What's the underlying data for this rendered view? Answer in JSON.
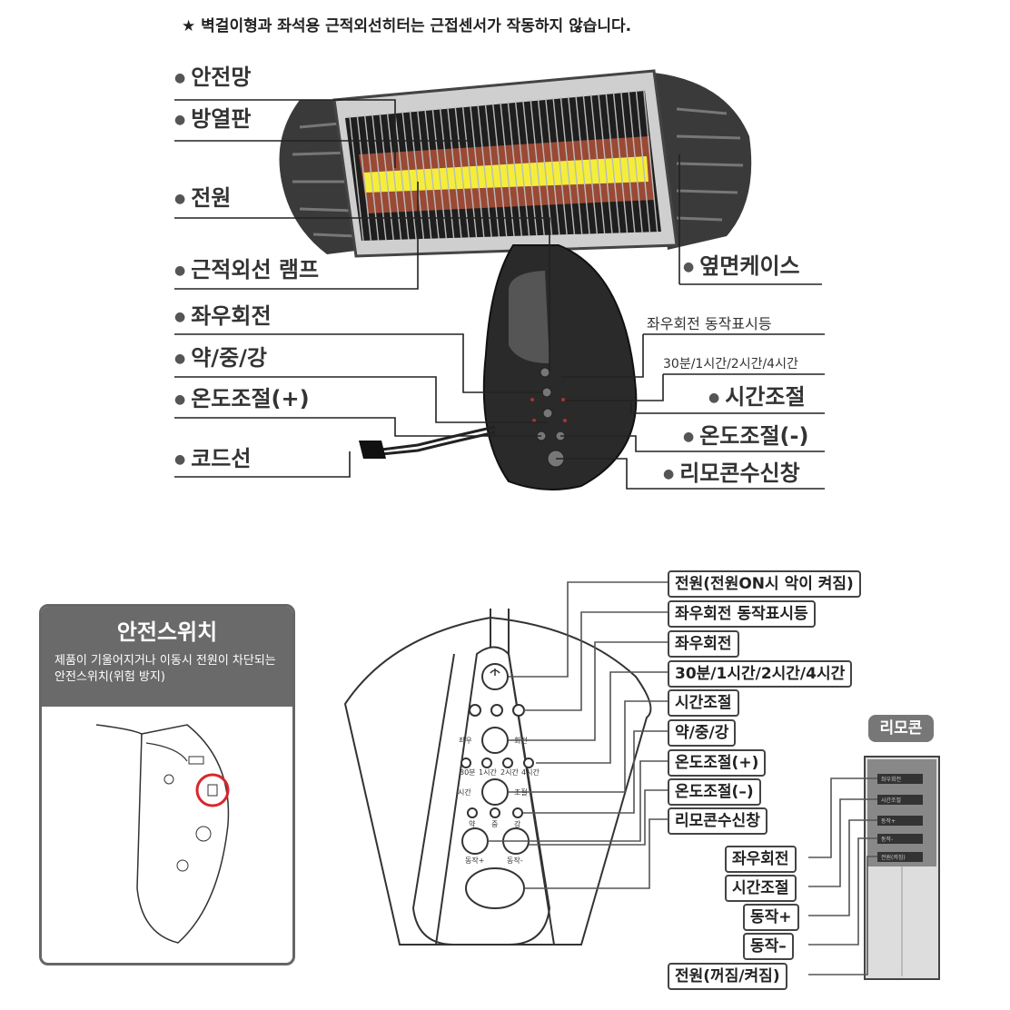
{
  "notice": "★ 벽걸이형과 좌석용 근적외선히터는 근접센서가 작동하지 않습니다.",
  "top_labels_left": [
    "안전망",
    "방열판",
    "전원",
    "근적외선 램프",
    "좌우회전",
    "약/중/강",
    "온도조절(+)",
    "코드선"
  ],
  "top_labels_right": [
    "옆면케이스",
    "좌우회전 동작표시등",
    "30분/1시간/2시간/4시간",
    "시간조절",
    "온도조절(-)",
    "리모콘수신창"
  ],
  "safety": {
    "title": "안전스위치",
    "desc": "제품이 기울어지거나 이동시 전원이 차단되는 안전스위치(위험 방지)"
  },
  "panel_labels": [
    "전원(전원ON시 악이 켜짐)",
    "좌우회전 동작표시등",
    "좌우회전",
    "30분/1시간/2시간/4시간",
    "시간조절",
    "약/중/강",
    "온도조절(+)",
    "온도조절(–)",
    "리모콘수신창"
  ],
  "panel_text": {
    "rot_l": "좌우",
    "rot_r": "회전",
    "time_l": "시간",
    "time_r": "조절",
    "t1": "30분",
    "t2": "1시간",
    "t3": "2시간",
    "t4": "4시간",
    "p1": "약",
    "p2": "중",
    "p3": "강",
    "plus": "동작+",
    "minus": "동작-"
  },
  "remote": {
    "tag": "리모콘",
    "labels": [
      "좌우회전",
      "시간조절",
      "동작+",
      "동작–",
      "전원(꺼짐/켜짐)"
    ],
    "button_texts": [
      "좌우회전",
      "시간조절",
      "동작+",
      "동작-",
      "전원(켜짐)"
    ]
  }
}
